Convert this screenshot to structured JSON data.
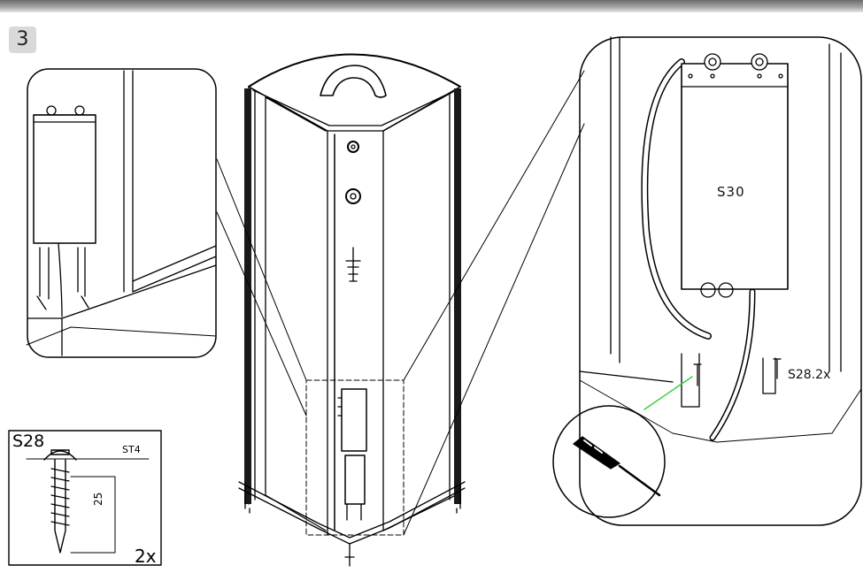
{
  "step": {
    "number": "3"
  },
  "detail_right": {
    "module_label": "S30",
    "screw_label": "S28.2x"
  },
  "screw_card": {
    "code": "S28",
    "thread": "ST4",
    "length": "25",
    "quantity": "2x"
  },
  "colors": {
    "line": "#000000",
    "frame": "#1a1a1a",
    "badge": "#d9d9d9",
    "callout": "#3ecf3e",
    "header_gradient": "#8c8c8c"
  },
  "icons": [
    "screwdriver-icon",
    "screw-icon",
    "shower-cabin-illustration"
  ]
}
